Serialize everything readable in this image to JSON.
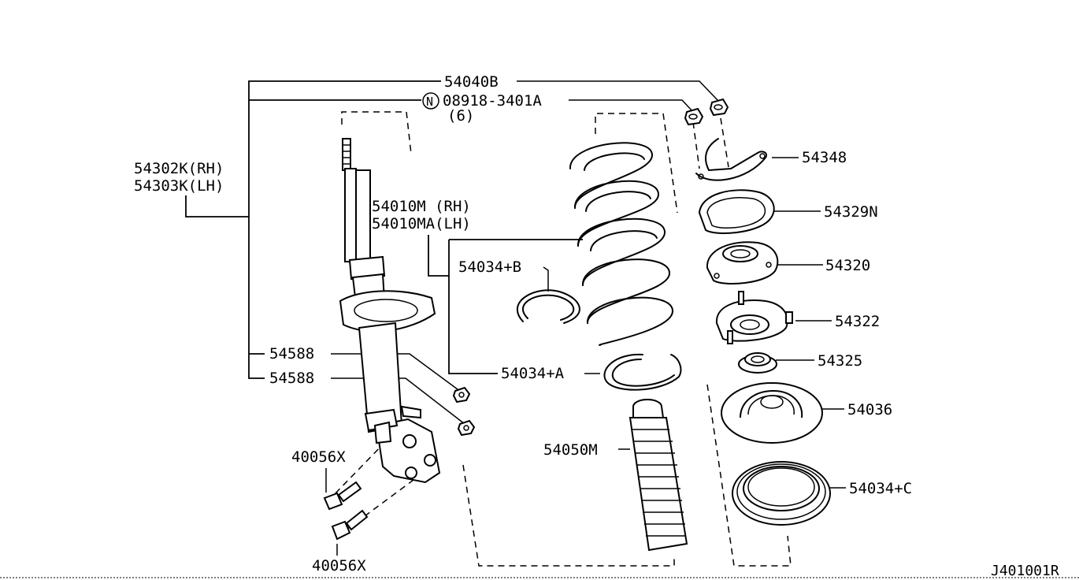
{
  "diagram": {
    "callouts": {
      "c54040b": "54040B",
      "c_nut_code": "08918-3401A",
      "c_nut_marker": "N",
      "c_nut_qty": "(6)",
      "c54302k": "54302K(RH)",
      "c54303k": "54303K(LH)",
      "c54010m": "54010M (RH)",
      "c54010ma": "54010MA(LH)",
      "c54034b": "54034+B",
      "c54034a": "54034+A",
      "c54588_1": "54588",
      "c54588_2": "54588",
      "c40056x_1": "40056X",
      "c40056x_2": "40056X",
      "c54050m": "54050M",
      "c54348": "54348",
      "c54329n": "54329N",
      "c54320": "54320",
      "c54322": "54322",
      "c54325": "54325",
      "c54036": "54036",
      "c54034c": "54034+C"
    },
    "figure_id": "J401001R"
  }
}
